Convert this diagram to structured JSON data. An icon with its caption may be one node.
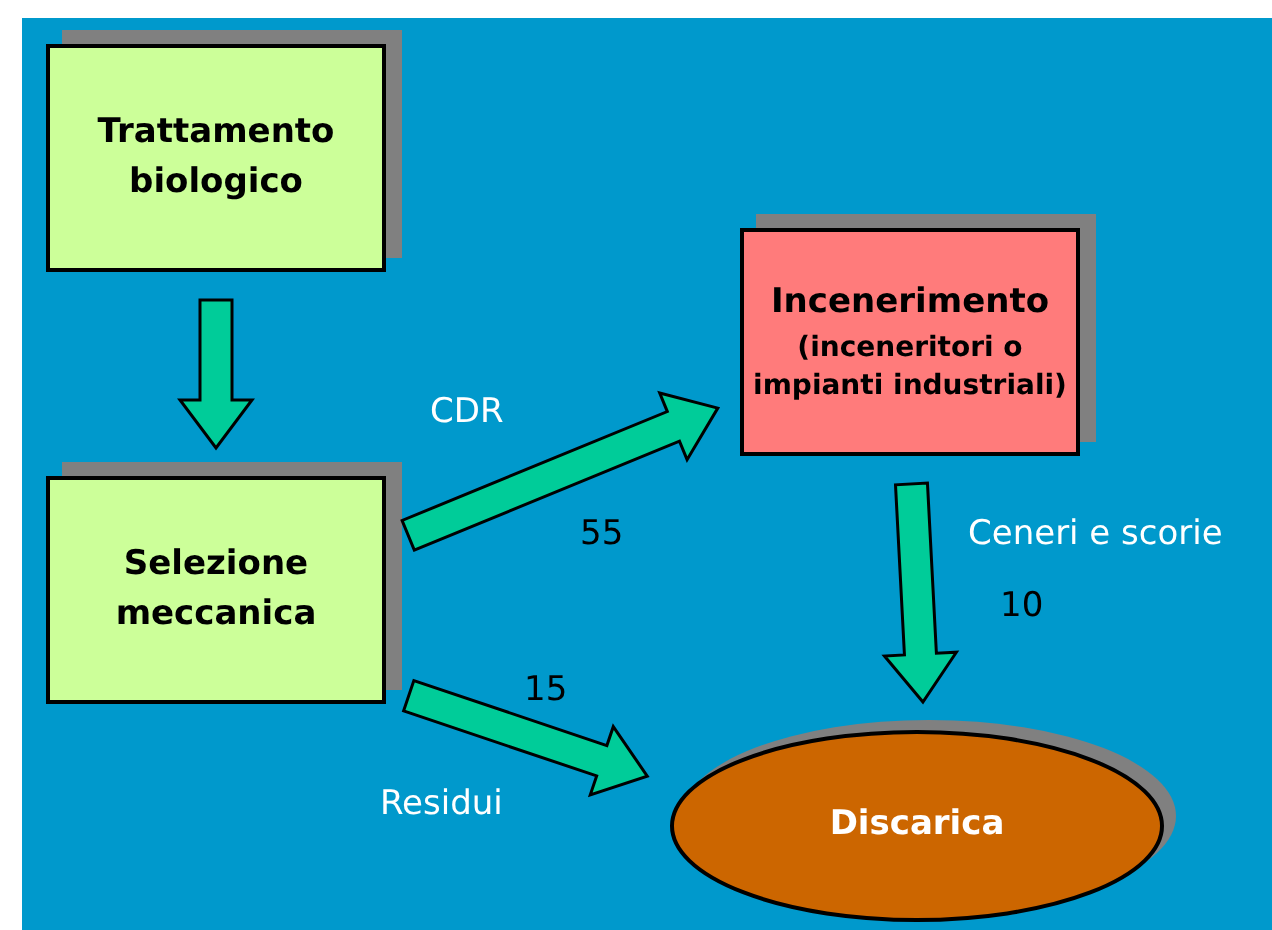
{
  "diagram": {
    "nodes": [
      {
        "text": [
          "Trattamento biologico"
        ]
      },
      {
        "text": [
          "Selezione meccanica"
        ]
      },
      {
        "text": [
          "Incenerimento",
          "(inceneritori o impianti industriali)"
        ]
      },
      {
        "text": [
          "Discarica"
        ]
      }
    ],
    "edges": [
      {
        "from": 0,
        "to": 1,
        "arrow": "to"
      },
      {
        "from": 1,
        "to": 2,
        "arrow": "to",
        "label": "CDR"
      },
      {
        "from": 2,
        "to": 3,
        "arrow": "to",
        "label": "Ceneri e scorie"
      },
      {
        "from": 1,
        "to": 3,
        "arrow": "to",
        "label": "Residui"
      }
    ],
    "labels": [
      "55",
      "10",
      "15"
    ]
  }
}
